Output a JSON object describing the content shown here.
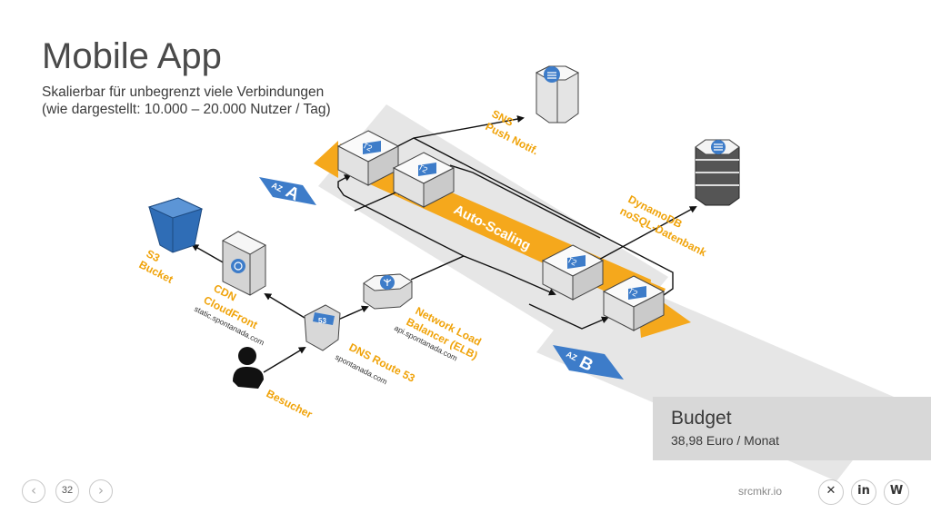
{
  "slide": {
    "title": "Mobile App",
    "subtitle_line1": "Skalierbar für unbegrenzt viele Verbindungen",
    "subtitle_line2": "(wie dargestellt: 10.000 – 20.000 Nutzer / Tag)"
  },
  "diagram": {
    "az_a_prefix": "AZ",
    "az_a_letter": "A",
    "az_b_prefix": "AZ",
    "az_b_letter": "B",
    "auto_scaling": "Auto-Scaling",
    "instance_label": "T2",
    "sns_line1": "SNS",
    "sns_line2": "Push Notif.",
    "dynamo_line1": "DynamoDB",
    "dynamo_line2": "noSQL-Datenbank",
    "s3_line1": "S3",
    "s3_line2": "Bucket",
    "cdn_line1": "CDN",
    "cdn_line2": "CloudFront",
    "cdn_url": "static.spontanada.com",
    "nlb_line1": "Network Load",
    "nlb_line2": "Balancer (ELB)",
    "nlb_url": "api.spontanada.com",
    "dns_line1": "DNS Route 53",
    "dns_url": "spontanada.com",
    "route53_icon_label": "53",
    "visitor": "Besucher"
  },
  "budget": {
    "title": "Budget",
    "value": "38,98 Euro / Monat"
  },
  "footer": {
    "page": "32",
    "prev_icon": "chevron-left-icon",
    "next_icon": "chevron-right-icon",
    "brand": "srcmkr.io",
    "xing_glyph": "✕",
    "linkedin_glyph": "in",
    "wordpress_glyph": "W"
  },
  "colors": {
    "orange": "#f5a81c",
    "label_orange": "#f0a30a",
    "blue": "#3d7cc9",
    "grey_band": "#e6e6e6"
  }
}
